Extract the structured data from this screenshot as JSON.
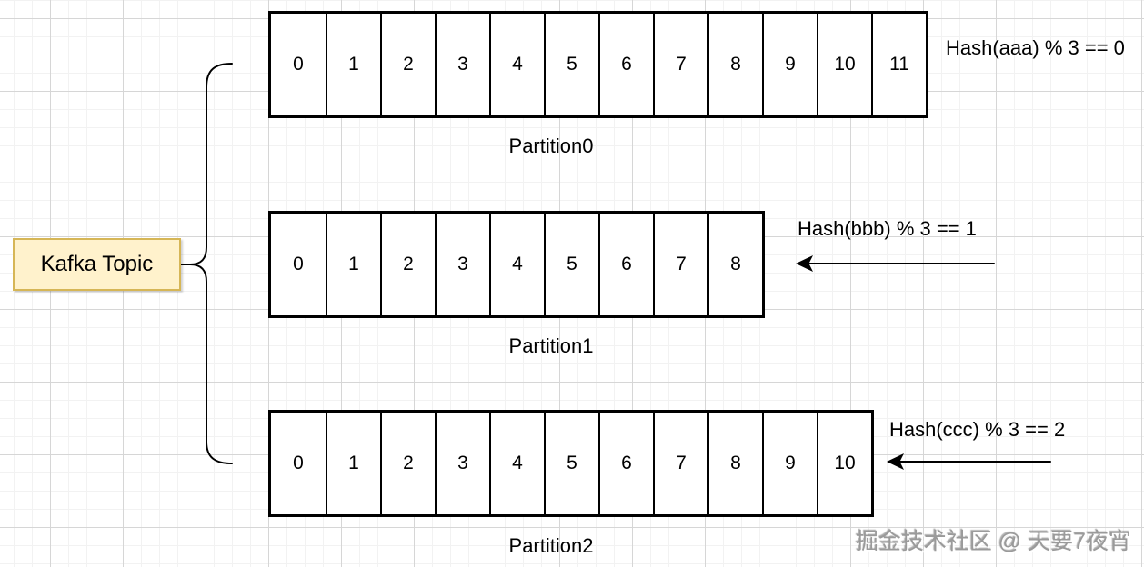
{
  "topic": {
    "label": "Kafka Topic"
  },
  "partitions": [
    {
      "name": "Partition0",
      "cells": [
        "0",
        "1",
        "2",
        "3",
        "4",
        "5",
        "6",
        "7",
        "8",
        "9",
        "10",
        "11"
      ],
      "hash_label": "Hash(aaa) % 3 == 0",
      "has_arrow": false
    },
    {
      "name": "Partition1",
      "cells": [
        "0",
        "1",
        "2",
        "3",
        "4",
        "5",
        "6",
        "7",
        "8"
      ],
      "hash_label": "Hash(bbb) % 3 == 1",
      "has_arrow": true
    },
    {
      "name": "Partition2",
      "cells": [
        "0",
        "1",
        "2",
        "3",
        "4",
        "5",
        "6",
        "7",
        "8",
        "9",
        "10"
      ],
      "hash_label": "Hash(ccc) % 3 == 2",
      "has_arrow": true
    }
  ],
  "watermark": "掘金技术社区 @ 天要7夜宵",
  "colors": {
    "stroke": "#000000",
    "topic_fill": "#FFF2CC",
    "topic_border": "#D6B656",
    "watermark": "#9a9a9a"
  }
}
